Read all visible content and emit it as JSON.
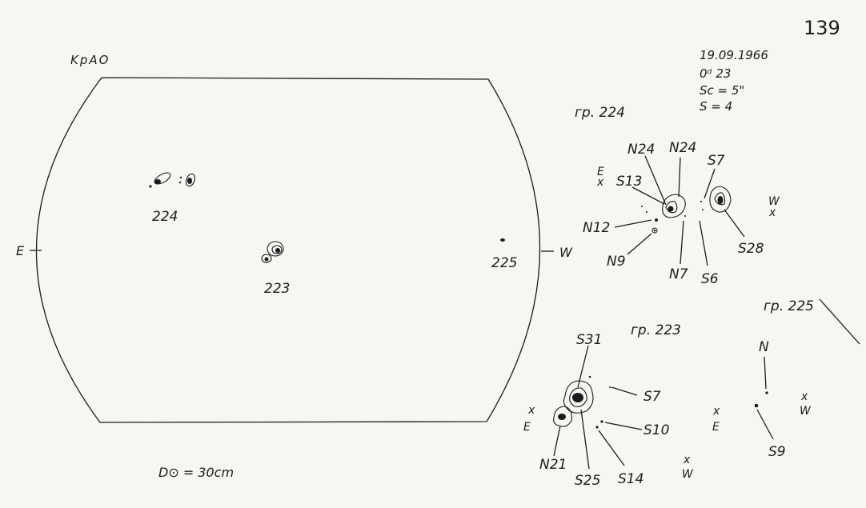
{
  "sheet_number": "139",
  "observatory_code": "KpAO",
  "header": {
    "date": "19.09.1966",
    "time": "0ᵈ 23",
    "scale": "Sc = 5\"",
    "seeing": "S = 4"
  },
  "disk": {
    "east_label": "E",
    "west_label": "W",
    "diameter_note": "D⊙ = 30cm",
    "group_labels": [
      "224",
      "223",
      "225"
    ]
  },
  "group_224": {
    "title": "гр. 224",
    "east": "E",
    "west": "W",
    "labels": [
      "N24",
      "N24",
      "S13",
      "S7",
      "N12",
      "N9",
      "N7",
      "S6",
      "S28"
    ]
  },
  "group_223": {
    "title": "гр. 223",
    "east": "E",
    "west": "W",
    "labels": [
      "S31",
      "S7",
      "S10",
      "N21",
      "S25",
      "S14"
    ]
  },
  "group_225": {
    "title": "гр. 225",
    "east": "E",
    "west": "W",
    "labels": [
      "N",
      "S9"
    ]
  }
}
